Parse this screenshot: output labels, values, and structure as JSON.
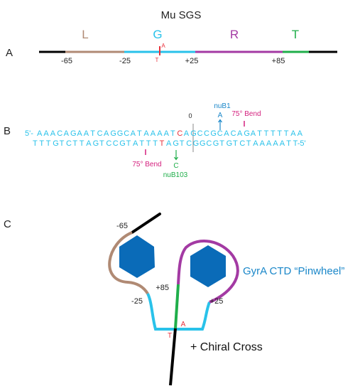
{
  "title": "Mu SGS",
  "panel_a": {
    "label": "A",
    "region_labels": {
      "L": "L",
      "G": "G",
      "R": "R",
      "T": "T"
    },
    "ticks": [
      "-65",
      "-25",
      "+25",
      "+85"
    ],
    "mut_top": "A",
    "mut_bottom": "T"
  },
  "panel_b": {
    "label": "B",
    "top_strand": [
      "5'-",
      "A",
      "A",
      "A",
      "C",
      "A",
      "G",
      "A",
      "A",
      "T",
      "C",
      "A",
      "G",
      "G",
      "C",
      "A",
      "T",
      "A",
      "A",
      "A",
      "A",
      "T",
      "C",
      "A",
      "G",
      "C",
      "C",
      "G",
      "C",
      "A",
      "C",
      "A",
      "G",
      "A",
      "T",
      "T",
      "T",
      "T",
      "T",
      "A",
      "A"
    ],
    "bottom_strand": [
      "T",
      "T",
      "T",
      "G",
      "T",
      "C",
      "T",
      "T",
      "A",
      "G",
      "T",
      "C",
      "C",
      "G",
      "T",
      "A",
      "T",
      "T",
      "T",
      "T",
      "A",
      "G",
      "T",
      "C",
      "G",
      "G",
      "C",
      "G",
      "T",
      "G",
      "T",
      "C",
      "T",
      "A",
      "A",
      "A",
      "A",
      "A",
      "T",
      "T-5'"
    ],
    "zero_label": "0",
    "nuB1_label": "nuB1",
    "nuB1_base": "A",
    "nuB103_label": "nuB103",
    "nuB103_base": "C",
    "bend_top": "75° Bend",
    "bend_bottom": "75° Bend"
  },
  "panel_c": {
    "label": "C",
    "pos_m65": "-65",
    "pos_m25": "-25",
    "pos_p85": "+85",
    "pos_p25": "+25",
    "t_label": "T",
    "a_label": "A",
    "pinwheel_label": "GyrA CTD “Pinwheel”",
    "chiral_label": "+ Chiral Cross"
  },
  "colors": {
    "L": "#b08a74",
    "G": "#29c2ea",
    "R": "#a33aa3",
    "T": "#1fae4a",
    "mutation": "#e8303a",
    "bend": "#d4207e",
    "nuB1": "#1a87c9",
    "nuB103": "#1fae4a",
    "hexagon": "#0a6bb8",
    "pinwheel_text": "#1a87c9"
  }
}
